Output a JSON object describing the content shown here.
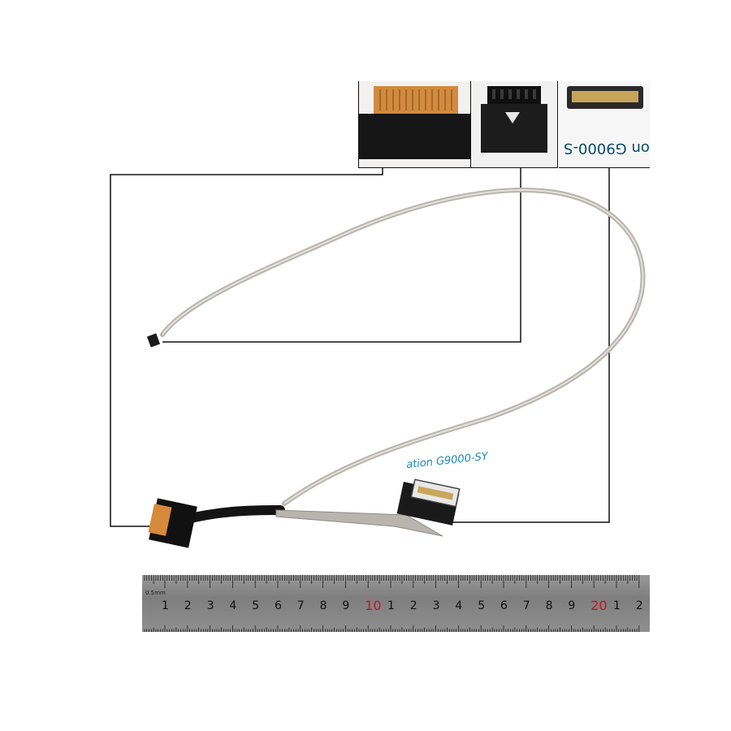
{
  "insets": [
    {
      "name": "connector-end-fpc",
      "text": ""
    },
    {
      "name": "connector-end-small",
      "text": ""
    },
    {
      "name": "connector-end-lcd",
      "text": "on G9000-S"
    }
  ],
  "cable_label": "ation G9000-SY",
  "ruler": {
    "unit": "0.5mm",
    "numbers": [
      "1",
      "2",
      "3",
      "4",
      "5",
      "6",
      "7",
      "8",
      "9",
      "10",
      "1",
      "2",
      "3",
      "4",
      "5",
      "6",
      "7",
      "8",
      "9",
      "20",
      "1",
      "2"
    ],
    "highlight_color": "#c0182a"
  }
}
